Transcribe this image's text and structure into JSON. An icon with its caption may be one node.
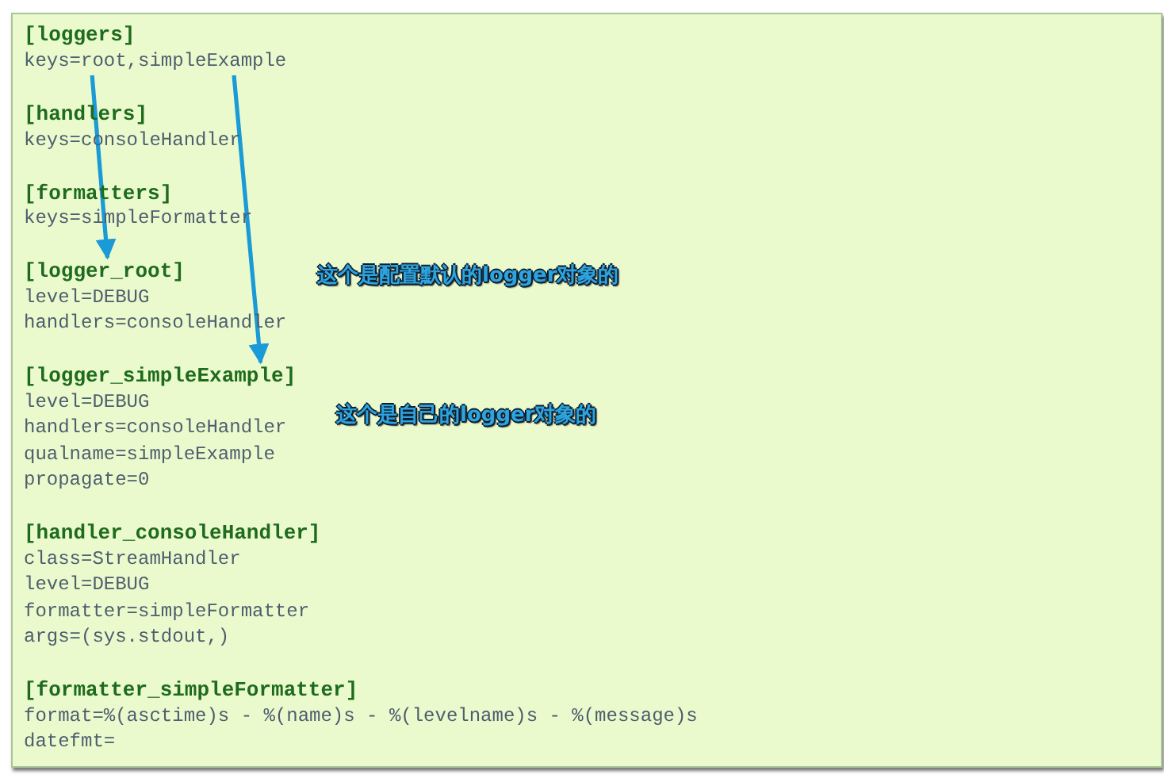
{
  "diagram": {
    "nodes": [
      {
        "text": [
          "keys=root,simpleExample"
        ]
      },
      {
        "text": [
          "[logger_root]"
        ]
      },
      {
        "text": [
          "[logger_simpleExample]"
        ]
      }
    ],
    "edges": [
      {
        "from": 0,
        "to": 1,
        "arrow": "to"
      },
      {
        "from": 0,
        "to": 2,
        "arrow": "to"
      }
    ],
    "labels": [
      "[loggers]",
      "[handlers]",
      "keys=consoleHandler",
      "[formatters]",
      "keys=simpleFormatter",
      "level=DEBUG",
      "handlers=consoleHandler",
      "这个是配置默认的logger对象的",
      "level=DEBUG",
      "这个是自己的logger对象的",
      "handlers=consoleHandler",
      "qualname=simpleExample",
      "propagate=0",
      "[handler_consoleHandler]",
      "class=StreamHandler",
      "level=DEBUG",
      "formatter=simpleFormatter",
      "args=(sys.stdout,)",
      "[formatter_simpleFormatter]",
      "format=%(asctime)s - %(name)s - %(levelname)s - %(message)s",
      "datefmt="
    ]
  }
}
